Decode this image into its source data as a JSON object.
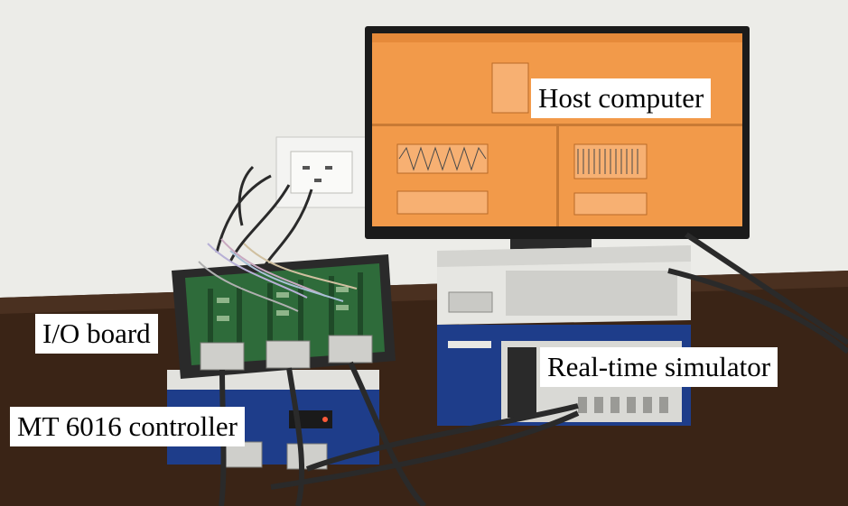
{
  "labels": {
    "host_computer": "Host computer",
    "io_board": "I/O board",
    "real_time_simulator": "Real-time simulator",
    "mt_controller": "MT 6016 controller"
  },
  "colors": {
    "wall": "#e9e9e4",
    "desk": "#3a2416",
    "screen": "#f29a4a",
    "monitor_frame": "#1b1b1b",
    "chassis": "#e6e6e2",
    "chassis_front": "#1e3d8a",
    "pcb": "#2e6b3a",
    "label_bg": "#ffffff"
  }
}
